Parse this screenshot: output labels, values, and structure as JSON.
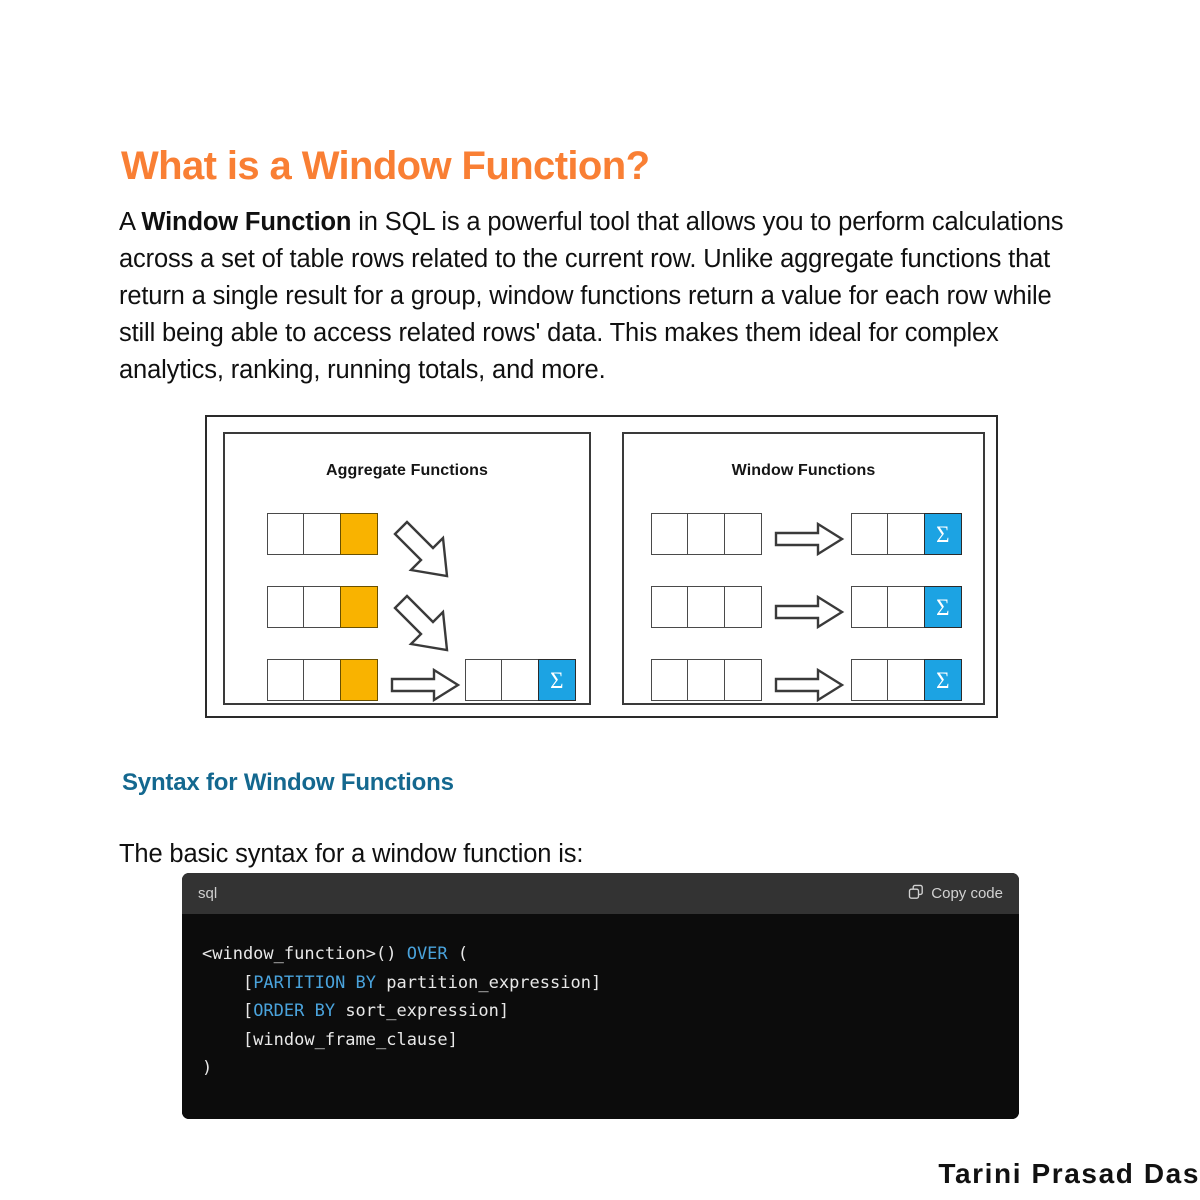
{
  "title": "What is a Window Function?",
  "intro": {
    "lead": "A ",
    "bold": "Window Function",
    "rest": " in SQL is a powerful tool that allows you to perform calculations across a set of table rows related to the current row. Unlike aggregate functions that return a single result for a group, window functions return a value for each row while still being able to access related rows' data. This makes them ideal for complex analytics, ranking, running totals, and more."
  },
  "diagram": {
    "left_panel": {
      "title": "Aggregate Functions",
      "rows": [
        {
          "cells": [
            "",
            "",
            "amber"
          ]
        },
        {
          "cells": [
            "",
            "",
            "amber"
          ]
        },
        {
          "cells": [
            "",
            "",
            "amber"
          ]
        }
      ],
      "result_row": {
        "cells": [
          "",
          "",
          "sigma"
        ]
      },
      "sigma_symbol": "Σ",
      "arrow_count": 3,
      "arrow_kinds": [
        "diagonal",
        "diagonal",
        "straight"
      ]
    },
    "right_panel": {
      "title": "Window Functions",
      "rows": [
        {
          "cells": [
            "",
            "",
            ""
          ]
        },
        {
          "cells": [
            "",
            "",
            ""
          ]
        },
        {
          "cells": [
            "",
            "",
            ""
          ]
        }
      ],
      "result_rows": [
        {
          "cells": [
            "",
            "",
            "sigma"
          ]
        },
        {
          "cells": [
            "",
            "",
            "sigma"
          ]
        },
        {
          "cells": [
            "",
            "",
            "sigma"
          ]
        }
      ],
      "sigma_symbol": "Σ",
      "arrow_count": 3,
      "arrow_kinds": [
        "straight",
        "straight",
        "straight"
      ]
    },
    "colors": {
      "amber_cell": "#F9B300",
      "sigma_cell": "#1CA3E3",
      "cell_border": "#4a4a4a",
      "panel_border": "#3a3a3a"
    }
  },
  "subheading": "Syntax for Window Functions",
  "leadin": "The basic syntax for a window function is:",
  "code": {
    "language": "sql",
    "copy_label": "Copy code",
    "copy_icon": "copy-icon",
    "lines": [
      [
        {
          "t": "<window_function>() ",
          "k": false
        },
        {
          "t": "OVER",
          "k": true
        },
        {
          "t": " (",
          "k": false
        }
      ],
      [
        {
          "t": "    [",
          "k": false
        },
        {
          "t": "PARTITION BY",
          "k": true
        },
        {
          "t": " partition_expression]",
          "k": false
        }
      ],
      [
        {
          "t": "    [",
          "k": false
        },
        {
          "t": "ORDER BY",
          "k": true
        },
        {
          "t": " sort_expression]",
          "k": false
        }
      ],
      [
        {
          "t": "    [window_frame_clause]",
          "k": false
        }
      ],
      [
        {
          "t": ")",
          "k": false
        }
      ]
    ]
  },
  "footer": "Tarini Prasad Das",
  "theme": {
    "title_color": "#F97F34",
    "subheading_color": "#14688F",
    "code_header_bg": "#333333",
    "code_body_bg": "#0C0C0C",
    "keyword_color": "#4AA3DC"
  }
}
